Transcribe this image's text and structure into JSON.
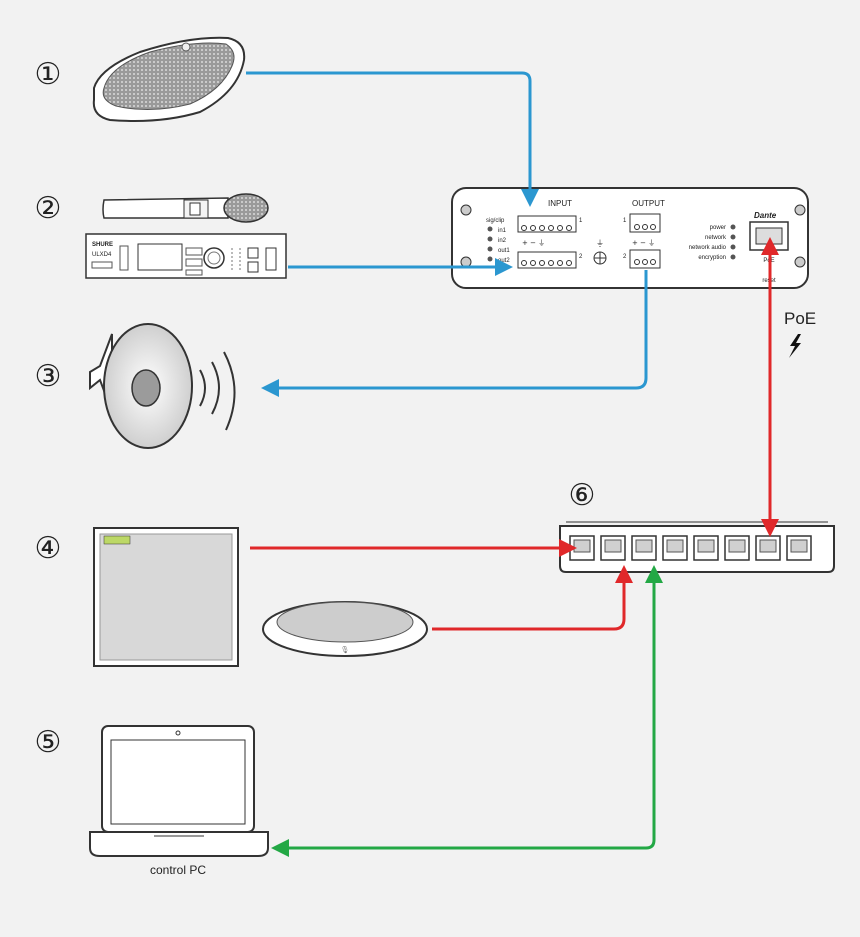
{
  "steps": {
    "n1": "①",
    "n2": "②",
    "n3": "③",
    "n4": "④",
    "n5": "⑤",
    "n6": "⑥"
  },
  "device": {
    "input_label": "INPUT",
    "output_label": "OUTPUT",
    "sig_clip": "sig/clip",
    "in1": "in1",
    "in2": "in2",
    "out1": "out1",
    "out2": "out2",
    "terminals": "+ − ⏚",
    "output_terminals": "+ − ⏚",
    "ch1": "1",
    "ch2": "2",
    "status": [
      "power",
      "network",
      "network audio",
      "encryption"
    ],
    "dante_logo": "Dante",
    "port_label": "PoE",
    "reset_label": "reset"
  },
  "receiver": {
    "brand": "SHURE",
    "model": "ULXD4"
  },
  "poe_label": "PoE",
  "pc_label": "control PC",
  "colors": {
    "blue": "#2b97d0",
    "red": "#e0282a",
    "green": "#23a845",
    "outline": "#333333"
  },
  "icons": [
    "boundary-mic-icon",
    "handheld-mic-icon",
    "wireless-receiver-icon",
    "speaker-icon",
    "ceiling-array-icon",
    "table-mic-icon",
    "network-switch-icon",
    "laptop-icon",
    "lightning-icon"
  ]
}
